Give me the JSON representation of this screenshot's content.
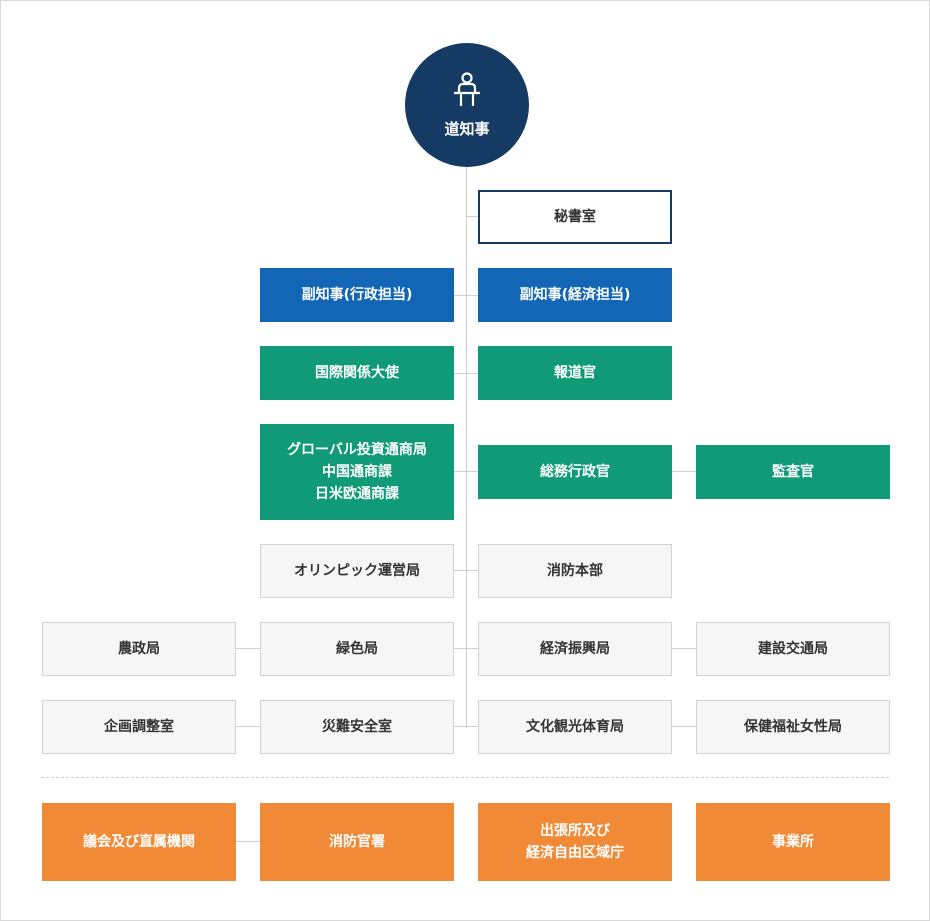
{
  "governor": {
    "label": "道知事",
    "icon": "person-at-podium-icon"
  },
  "secretary": "秘書室",
  "vice_admin": "副知事(行政担当)",
  "vice_econ": "副知事(経済担当)",
  "ambassador": "国際関係大使",
  "press": "報道官",
  "trade": "グローバル投資通商局\n中国通商課\n日米欧通商課",
  "general_affairs": "総務行政官",
  "audit": "監査官",
  "olympic": "オリンピック運営局",
  "fire_hq": "消防本部",
  "agriculture": "農政局",
  "green": "緑色局",
  "economy": "経済振興局",
  "construction": "建設交通局",
  "planning": "企画調整室",
  "disaster": "災難安全室",
  "culture": "文化観光体育局",
  "welfare": "保健福祉女性局",
  "council": "議会及び直属機関",
  "fire_station": "消防官署",
  "branch": "出張所及び\n経済自由区域庁",
  "business": "事業所",
  "colors": {
    "navy": "#153a63",
    "blue": "#1266b5",
    "green": "#119a78",
    "orange": "#f18a37",
    "gray": "#f6f6f6"
  }
}
